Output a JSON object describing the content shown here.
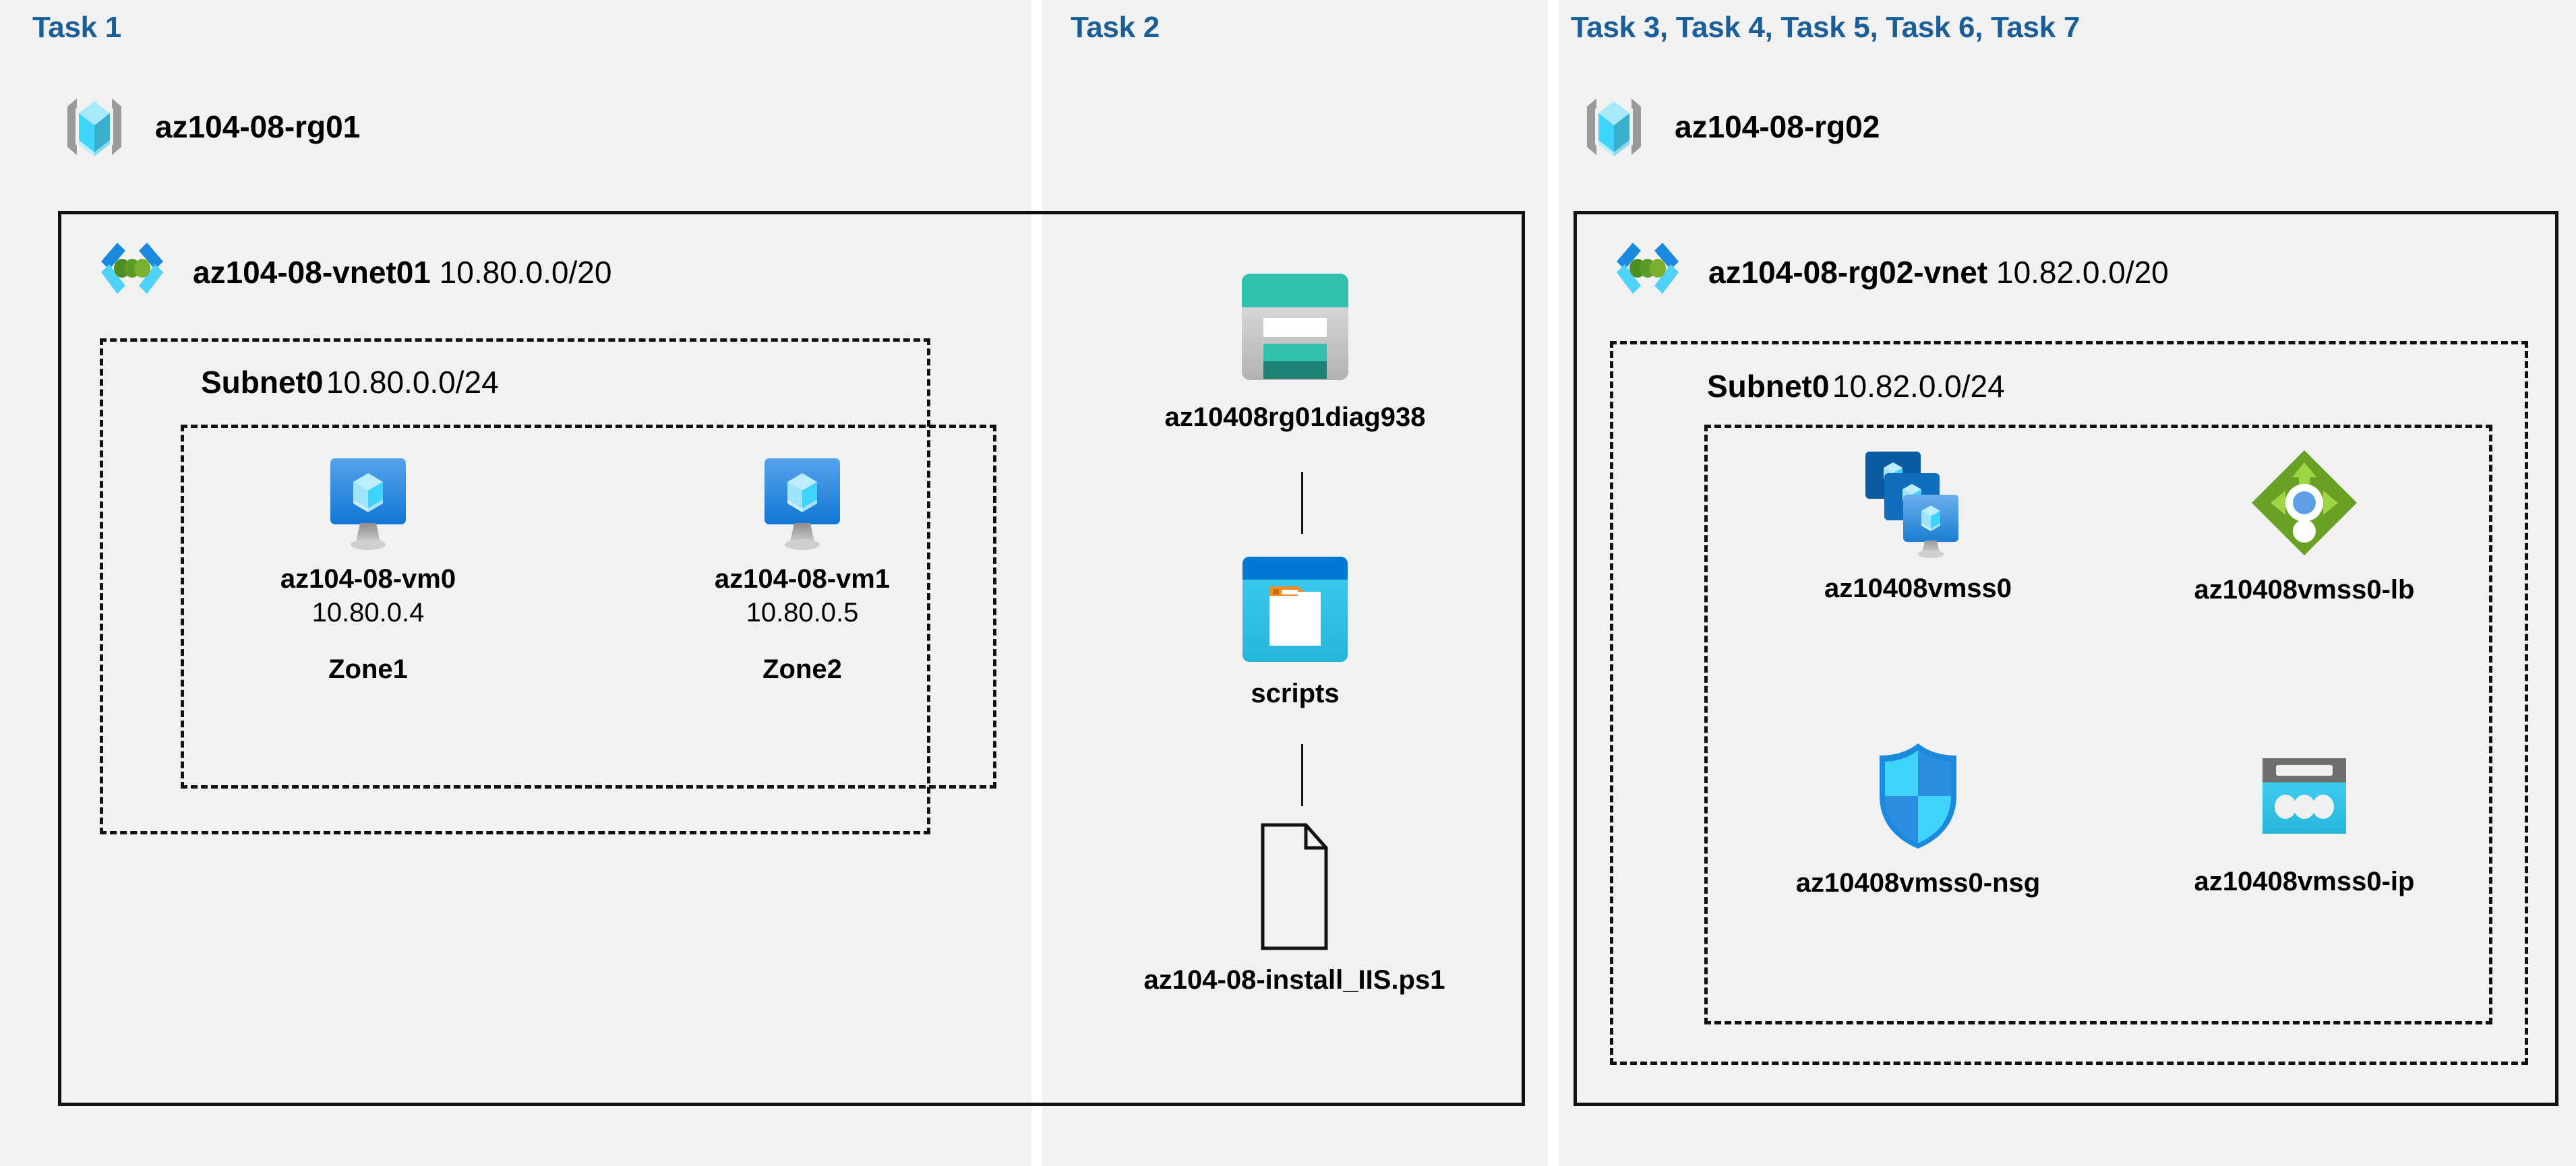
{
  "panels": [
    {
      "task_label": "Task 1"
    },
    {
      "task_label": "Task 2"
    },
    {
      "task_label": "Task 3, Task 4, Task 5, Task 6, Task 7"
    }
  ],
  "colors": {
    "task_label": "#1b5d96",
    "panel_bg": "#f1f1f1",
    "page_bg": "#ffffff",
    "border": "#111111",
    "vm_blue": "#2f86e0",
    "vnet_blue": "#1b8ade",
    "vnet_cyan": "#4fd2f7",
    "vnet_green": "#5e9e28",
    "storage_teal": "#31c2ae",
    "storage_teal_dark": "#1d8174",
    "container_blue": "#0078d4",
    "container_cyan": "#32c5ef",
    "container_orange": "#f28b21",
    "lb_green": "#6aa023",
    "lb_green_light": "#9fd545",
    "lb_dot_blue": "#5ea0e8",
    "nsg_cyan": "#3fd4fb",
    "nsg_blue": "#2c8ee0",
    "ip_gray": "#6e6e6e",
    "ip_cyan": "#32c5ef",
    "rg_gray": "#9a9a9a",
    "rg_cube_light": "#a8e9fb",
    "rg_cube_cyan": "#3fd4fb",
    "rg_cube_dark": "#39aecd"
  },
  "task1": {
    "resource_group": "az104-08-rg01",
    "vnet_name": "az104-08-vnet01",
    "vnet_cidr": "10.80.0.0/20",
    "subnet_name": "Subnet0",
    "subnet_cidr": "10.80.0.0/24",
    "vms": [
      {
        "name": "az104-08-vm0",
        "ip": "10.80.0.4",
        "zone": "Zone1"
      },
      {
        "name": "az104-08-vm1",
        "ip": "10.80.0.5",
        "zone": "Zone2"
      }
    ]
  },
  "task2": {
    "storage_account": "az10408rg01diag938",
    "container": "scripts",
    "file": "az104-08-install_IIS.ps1"
  },
  "task3": {
    "resource_group": "az104-08-rg02",
    "vnet_name": "az104-08-rg02-vnet",
    "vnet_cidr": "10.82.0.0/20",
    "subnet_name": "Subnet0",
    "subnet_cidr": "10.82.0.0/24",
    "resources": [
      {
        "name": "az10408vmss0",
        "icon": "vm-scale-set-icon"
      },
      {
        "name": "az10408vmss0-lb",
        "icon": "load-balancer-icon"
      },
      {
        "name": "az10408vmss0-nsg",
        "icon": "network-security-group-icon"
      },
      {
        "name": "az10408vmss0-ip",
        "icon": "public-ip-address-icon"
      }
    ]
  }
}
